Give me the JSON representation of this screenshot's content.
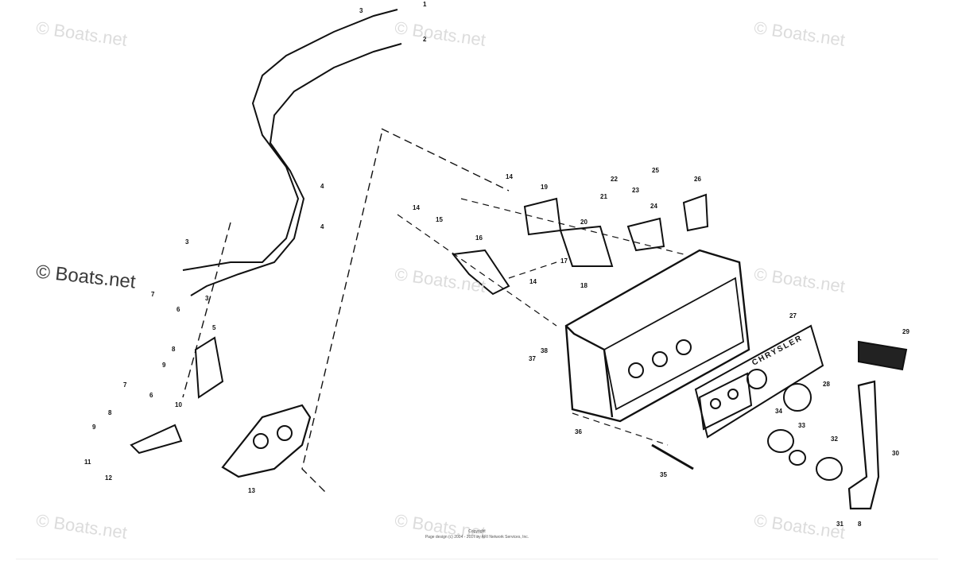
{
  "watermarks": [
    {
      "text": "© Boats.net",
      "strong": false
    },
    {
      "text": "© Boats.net",
      "strong": false
    },
    {
      "text": "© Boats.net",
      "strong": false
    },
    {
      "text": "© Boats.net",
      "strong": true
    },
    {
      "text": "© Boats.net",
      "strong": false
    },
    {
      "text": "© Boats.net",
      "strong": false
    },
    {
      "text": "© Boats.net",
      "strong": false
    },
    {
      "text": "© Boats.net",
      "strong": false
    },
    {
      "text": "© Boats.net",
      "strong": false
    }
  ],
  "brand_plate_text": "CHRYSLER",
  "copyright": {
    "line1": "Copyright",
    "line2": "Page design (c) 2004 - 2017 by ARI Network Services, Inc."
  },
  "callouts": [
    "1",
    "2",
    "3",
    "3",
    "3",
    "4",
    "4",
    "5",
    "6",
    "6",
    "7",
    "7",
    "8",
    "8",
    "8",
    "9",
    "9",
    "10",
    "11",
    "12",
    "13",
    "14",
    "14",
    "14",
    "15",
    "16",
    "17",
    "18",
    "19",
    "20",
    "21",
    "22",
    "23",
    "24",
    "25",
    "26",
    "27",
    "28",
    "29",
    "30",
    "31",
    "32",
    "33",
    "34",
    "35",
    "36",
    "37",
    "38"
  ]
}
